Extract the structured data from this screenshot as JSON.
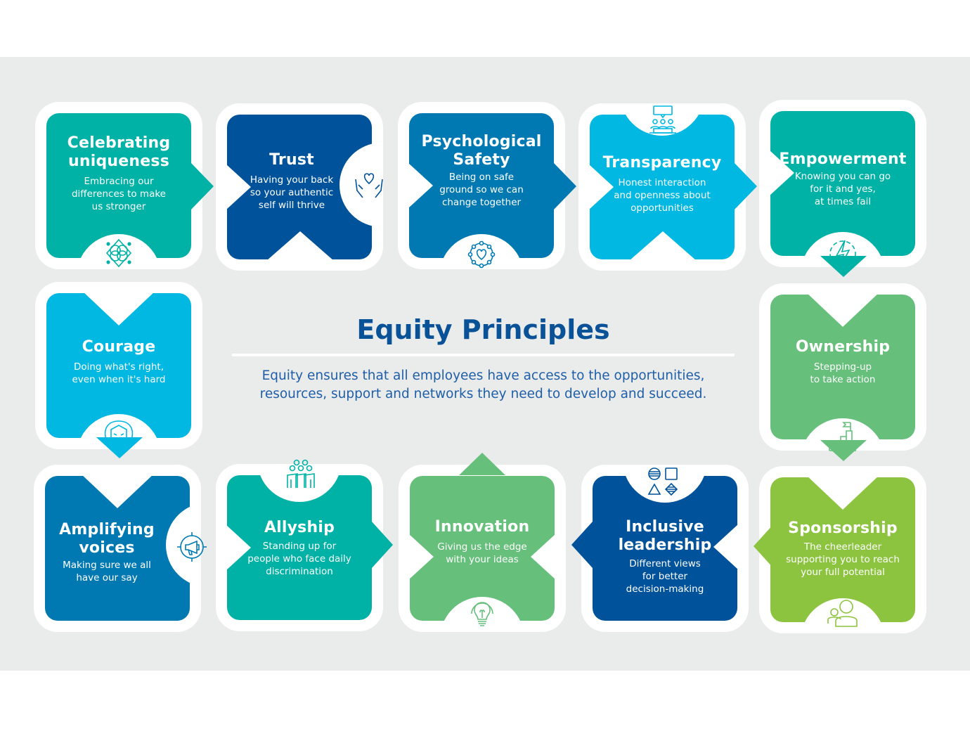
{
  "background": {
    "panel_color": "#eaebeb",
    "tile_border_color": "#ffffff"
  },
  "center": {
    "title": "Equity Principles",
    "description": "Equity ensures that all employees have access to the opportunities,\nresources, support and networks they need to develop and succeed.",
    "title_color": "#0a5298"
  },
  "principles": [
    {
      "title": "Celebrating\nuniqueness",
      "description": "Embracing our\ndifferences to make\nus stronger",
      "color": "#00b2a5",
      "icon": "flower-pattern-icon"
    },
    {
      "title": "Trust",
      "description": "Having your back\nso your authentic\nself will thrive",
      "color": "#00529b",
      "icon": "hands-heart-icon"
    },
    {
      "title": "Psychological\nSafety",
      "description": "Being on safe\nground so we can\nchange together",
      "color": "#0079b3",
      "icon": "heart-circle-network-icon"
    },
    {
      "title": "Transparency",
      "description": "Honest interaction\nand openness about\nopportunities",
      "color": "#00b8e2",
      "icon": "meeting-speech-icon"
    },
    {
      "title": "Empowerment",
      "description": "Knowing you can go\nfor it and yes,\nat times fail",
      "color": "#00b2a5",
      "icon": "lightning-bolt-icon"
    },
    {
      "title": "Courage",
      "description": "Doing what's right,\neven when it's hard",
      "color": "#00b8e2",
      "icon": "lion-head-icon"
    },
    {
      "title": "Ownership",
      "description": "Stepping-up\nto take action",
      "color": "#66bf7b",
      "icon": "steps-flag-icon"
    },
    {
      "title": "Amplifying\nvoices",
      "description": "Making sure we all\nhave our say",
      "color": "#0079b3",
      "icon": "megaphone-icon"
    },
    {
      "title": "Allyship",
      "description": "Standing up for\npeople who face daily\ndiscrimination",
      "color": "#00b2a5",
      "icon": "group-people-icon"
    },
    {
      "title": "Innovation",
      "description": "Giving us the edge\nwith your ideas",
      "color": "#66bf7b",
      "icon": "lightbulb-icon"
    },
    {
      "title": "Inclusive\nleadership",
      "description": "Different views\nfor better\ndecision-making",
      "color": "#00529b",
      "icon": "shapes-icon"
    },
    {
      "title": "Sponsorship",
      "description": "The cheerleader\nsupporting you to reach\nyour full potential",
      "color": "#8cc43f",
      "icon": "two-people-icon"
    }
  ]
}
